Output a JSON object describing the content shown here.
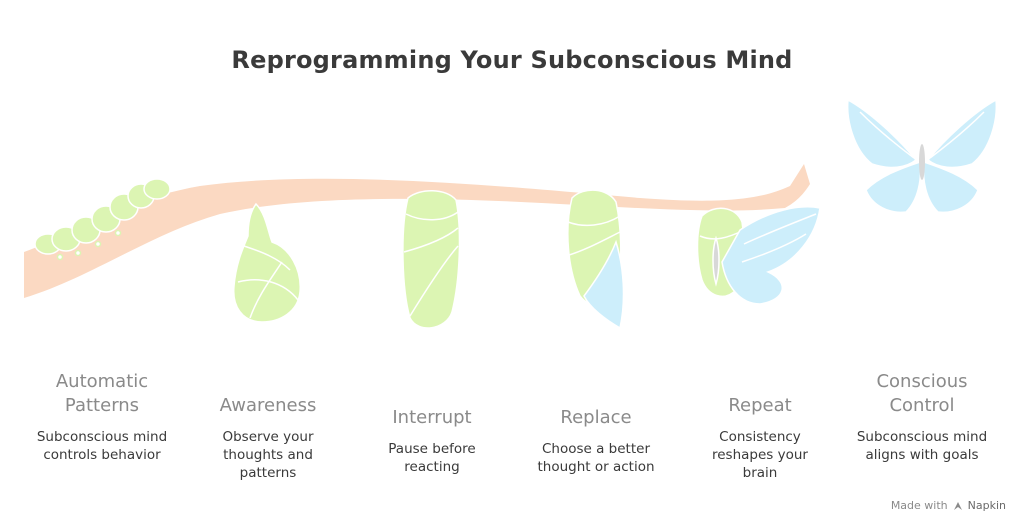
{
  "title": "Reprogramming Your Subconscious Mind",
  "stages": [
    {
      "heading": "Automatic\nPatterns",
      "description": "Subconscious mind\ncontrols behavior"
    },
    {
      "heading": "Awareness",
      "description": "Observe your\nthoughts and\npatterns"
    },
    {
      "heading": "Interrupt",
      "description": "Pause before\nreacting"
    },
    {
      "heading": "Replace",
      "description": "Choose a better\nthought or action"
    },
    {
      "heading": "Repeat",
      "description": "Consistency\nreshapes your\nbrain"
    },
    {
      "heading": "Conscious\nControl",
      "description": "Subconscious mind\naligns with goals"
    }
  ],
  "footer": {
    "prefix": "Made with",
    "brand": "Napkin"
  },
  "colors": {
    "branch": "#FBD9C2",
    "caterpillar": "#DCF5B3",
    "cocoon": "#DCF5B3",
    "butterfly": "#CDEEFB",
    "title": "#3A3A3A",
    "heading": "#8A8A8A",
    "text": "#3A3A3A"
  }
}
